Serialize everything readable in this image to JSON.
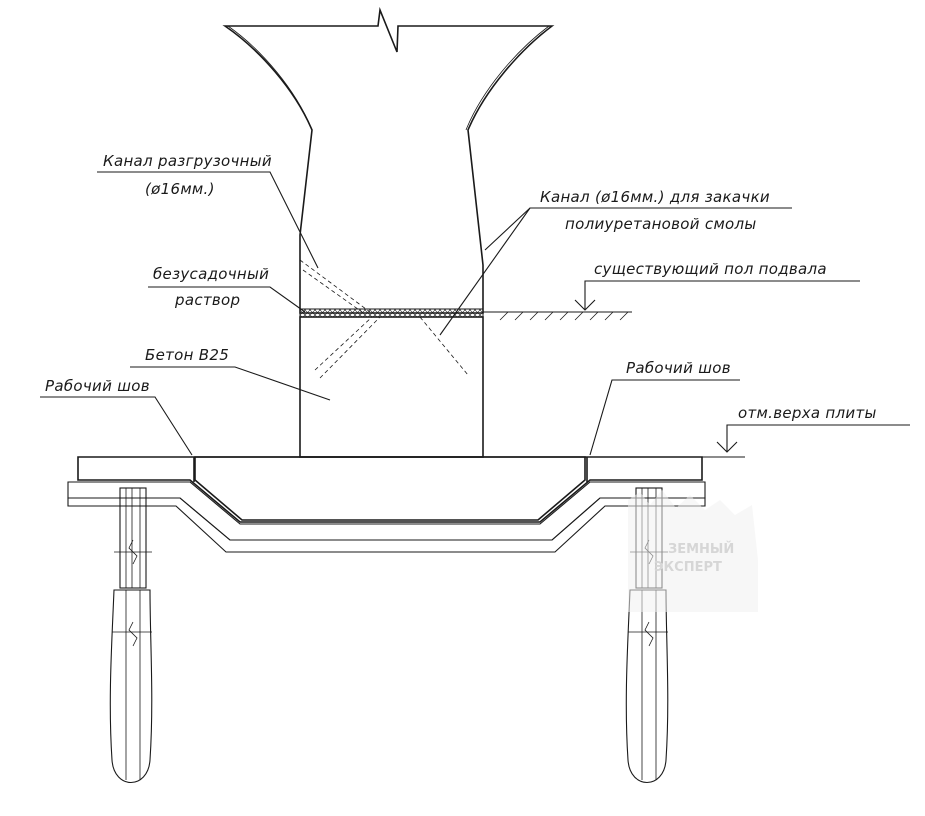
{
  "labels": {
    "relief_channel_line1": "Канал разгрузочный",
    "relief_channel_line2": "(ø16мм.)",
    "injection_channel_line1": "Канал (ø16мм.) для закачки",
    "injection_channel_line2": "полиуретановой смолы",
    "non_shrink_line1": "безусадочный",
    "non_shrink_line2": "раствор",
    "basement_floor": "существующий пол подвала",
    "concrete": "Бетон B25",
    "work_joint_left": "Рабочий шов",
    "work_joint_right": "Рабочий шов",
    "slab_top": "отм.верха плиты"
  },
  "watermark": {
    "line1": "ЗЕМНЫЙ",
    "line2": "ЭКСПЕРТ"
  },
  "colors": {
    "ink": "#1a1a1a",
    "watermark": "#d6d6d6"
  }
}
